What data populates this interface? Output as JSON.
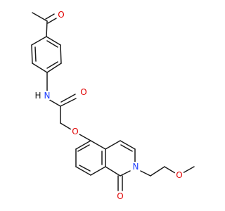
{
  "colors": {
    "bond": "#1a1a1a",
    "carbon": "#1a1a1a",
    "oxygen": "#e00000",
    "nitrogen": "#1f3fff",
    "hydrogen": "#1a1a1a",
    "background": "#ffffff"
  },
  "atoms": [
    {
      "id": "o_ketone",
      "text": "O",
      "element": "O"
    },
    {
      "id": "n_amide",
      "text": "N",
      "element": "N"
    },
    {
      "id": "h_amide",
      "text": "H",
      "element": "H"
    },
    {
      "id": "o_amide",
      "text": "O",
      "element": "O"
    },
    {
      "id": "o_ether",
      "text": "O",
      "element": "O"
    },
    {
      "id": "n_ring",
      "text": "N",
      "element": "N"
    },
    {
      "id": "o_lactam",
      "text": "O",
      "element": "O"
    },
    {
      "id": "o_methoxy",
      "text": "O",
      "element": "O"
    }
  ]
}
